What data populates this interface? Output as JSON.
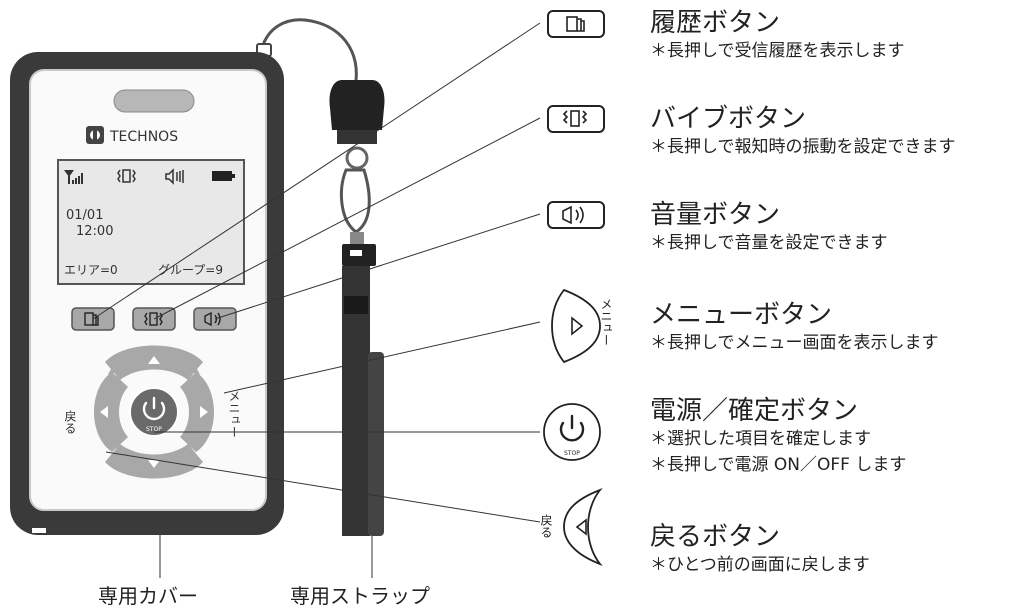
{
  "device": {
    "brand": "TECHNOS",
    "screen": {
      "date": "01/01",
      "time": "12:00",
      "area": "エリア=0",
      "group": "グループ=9"
    },
    "stop_label": "STOP",
    "back_label": "戻る",
    "menu_label": "メニュー"
  },
  "annotations": [
    {
      "title": "履歴ボタン",
      "lines": [
        "＊長押しで受信履歴を表示します"
      ]
    },
    {
      "title": "バイブボタン",
      "lines": [
        "＊長押しで報知時の振動を設定できます"
      ]
    },
    {
      "title": "音量ボタン",
      "lines": [
        "＊長押しで音量を設定できます"
      ]
    },
    {
      "title": "メニューボタン",
      "lines": [
        "＊長押しでメニュー画面を表示します"
      ]
    },
    {
      "title": "電源／確定ボタン",
      "lines": [
        "＊選択した項目を確定します",
        "＊長押しで電源 ON／OFF します"
      ]
    },
    {
      "title": "戻るボタン",
      "lines": [
        "＊ひとつ前の画面に戻します"
      ]
    }
  ],
  "captions": {
    "cover": "専用カバー",
    "strap": "専用ストラップ"
  },
  "icons": {
    "history": "history-icon",
    "vibrate": "vibrate-icon",
    "volume": "volume-icon",
    "power": "power-icon",
    "signal": "signal-icon",
    "battery": "battery-icon"
  },
  "colors": {
    "cover": "#3a3a3a",
    "button_gray": "#a8a8a8",
    "center_button": "#6a6a6a",
    "screen_bg": "#e8e8e8"
  }
}
